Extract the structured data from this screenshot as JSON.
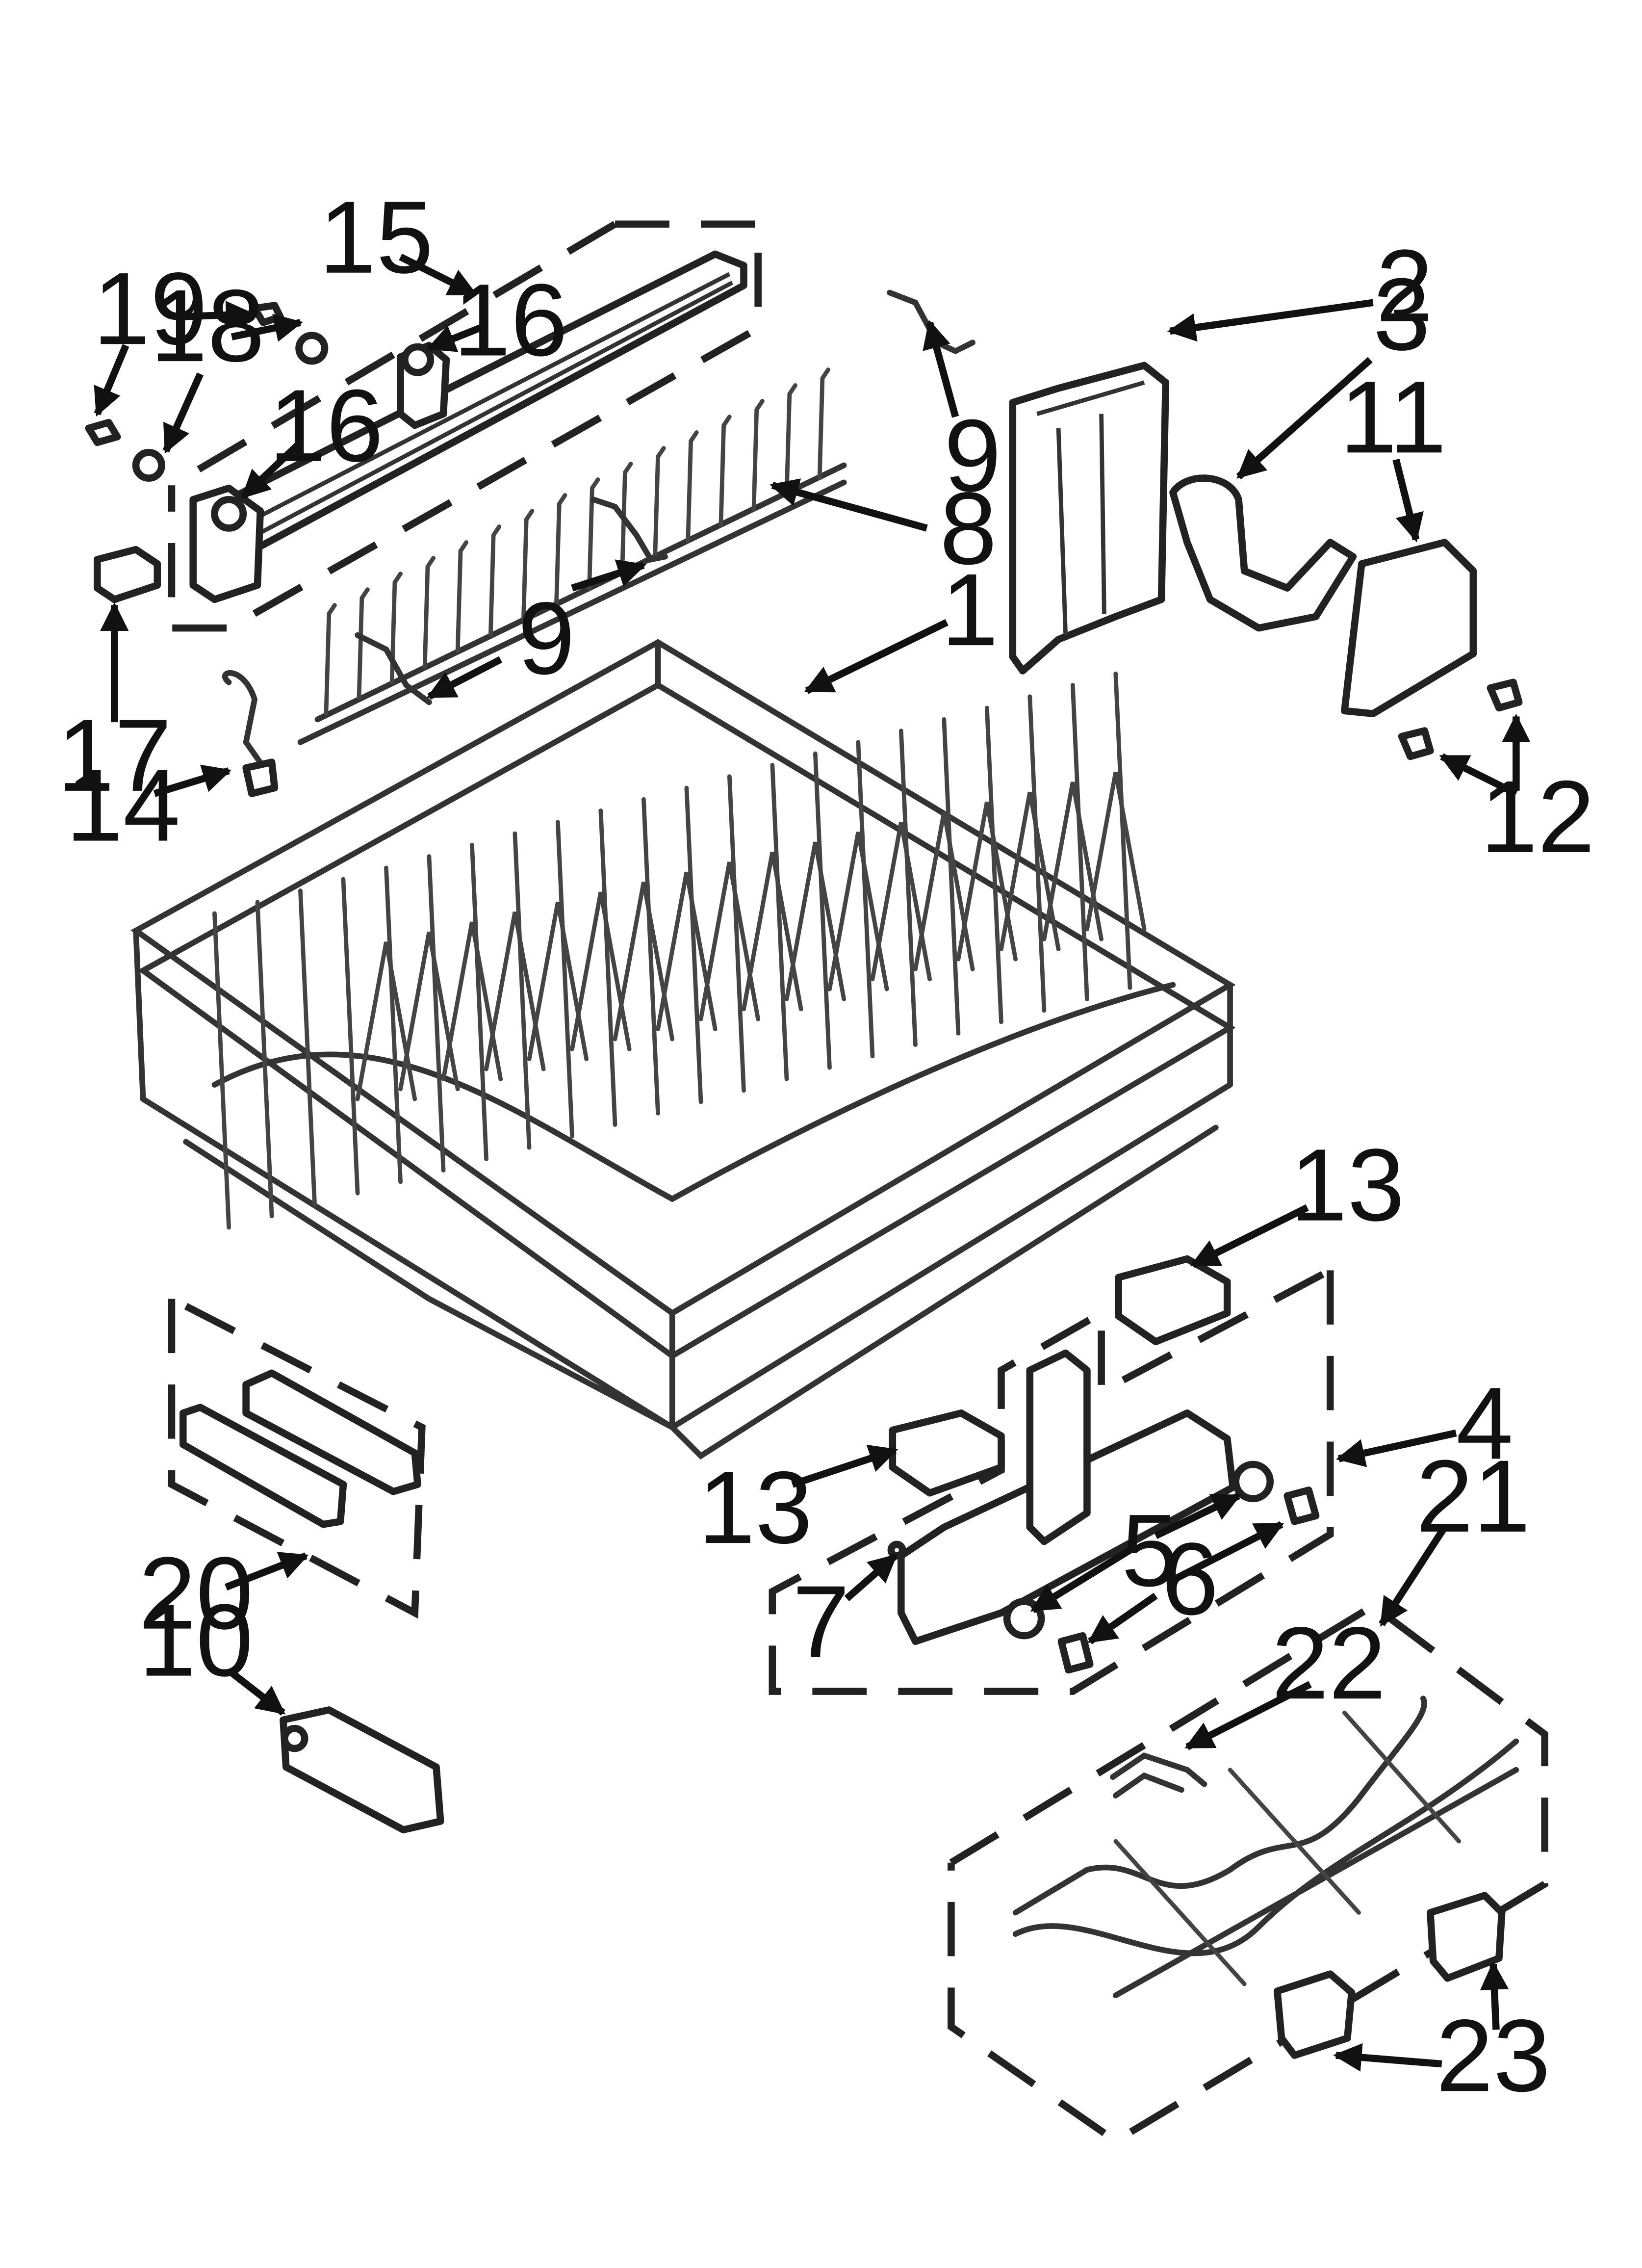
{
  "callouts": {
    "c1": "1",
    "c2": "2",
    "c3": "3",
    "c4": "4",
    "c5": "5",
    "c6": "6",
    "c7": "7",
    "c8": "8",
    "c9a": "9",
    "c9b": "9",
    "c10": "10",
    "c11": "11",
    "c12": "12",
    "c13a": "13",
    "c13b": "13",
    "c14": "14",
    "c15": "15",
    "c16a": "16",
    "c16b": "16",
    "c17": "17",
    "c18": "18",
    "c19": "19",
    "c20": "20",
    "c21": "21",
    "c22": "22",
    "c23": "23"
  },
  "colors": {
    "line": "#111111",
    "background": "#ffffff"
  }
}
